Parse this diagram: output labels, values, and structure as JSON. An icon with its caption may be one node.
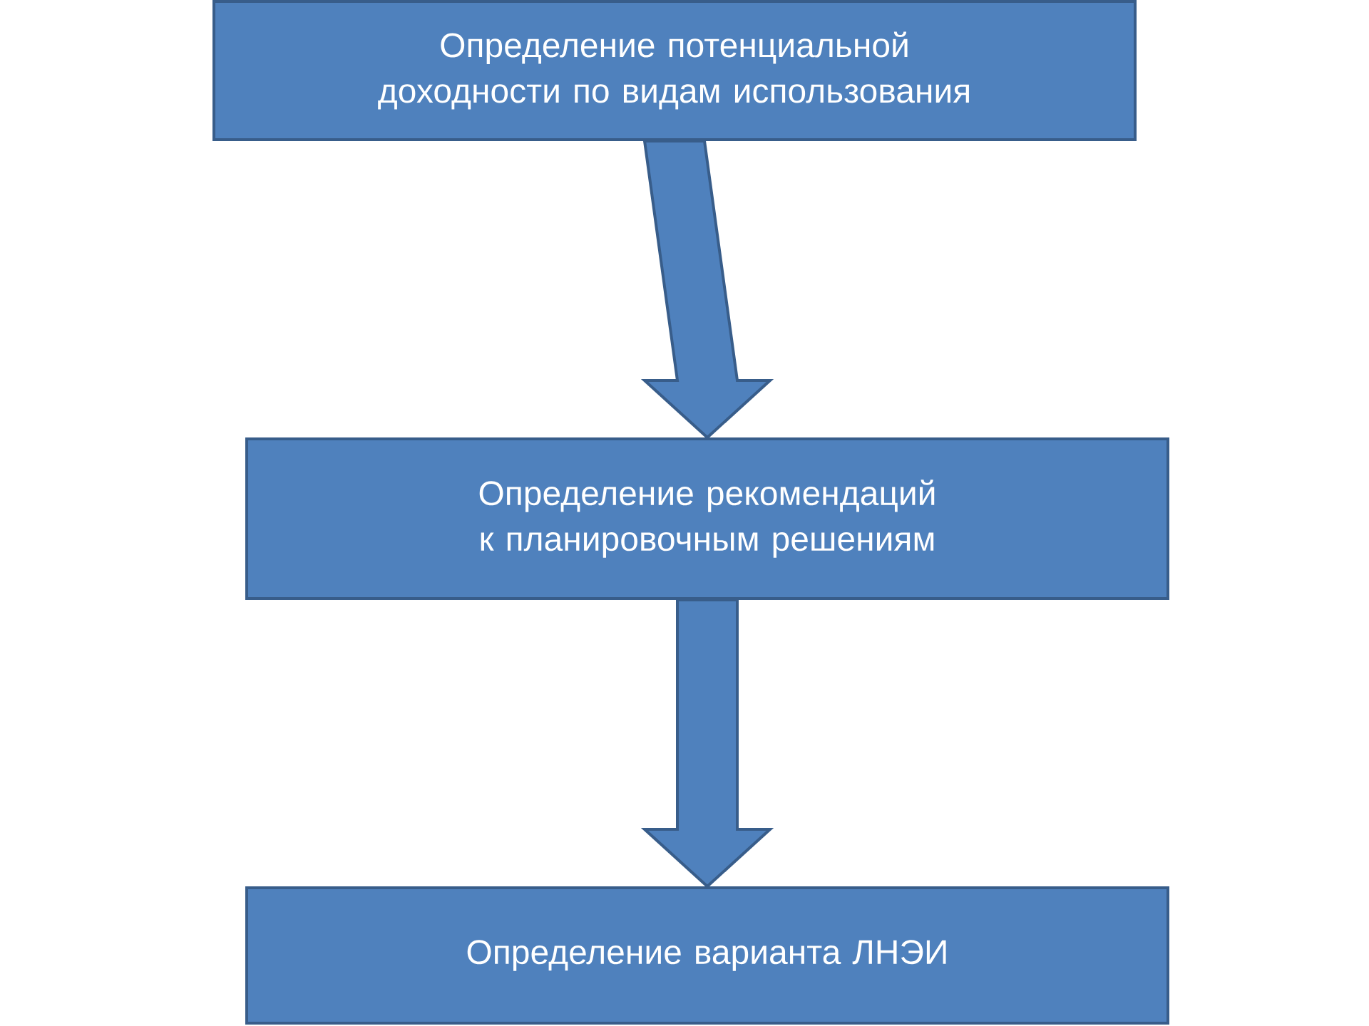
{
  "diagram": {
    "nodes": [
      {
        "text": [
          "Определение потенциальной доходности по видам использования"
        ]
      },
      {
        "text": [
          "Определение рекомендаций к планировочным решениям"
        ]
      },
      {
        "text": [
          "Определение варианта ЛНЭИ"
        ]
      }
    ],
    "edges": [
      {
        "from": 0,
        "to": 1,
        "arrow": "to"
      },
      {
        "from": 1,
        "to": 2,
        "arrow": "to"
      }
    ]
  }
}
